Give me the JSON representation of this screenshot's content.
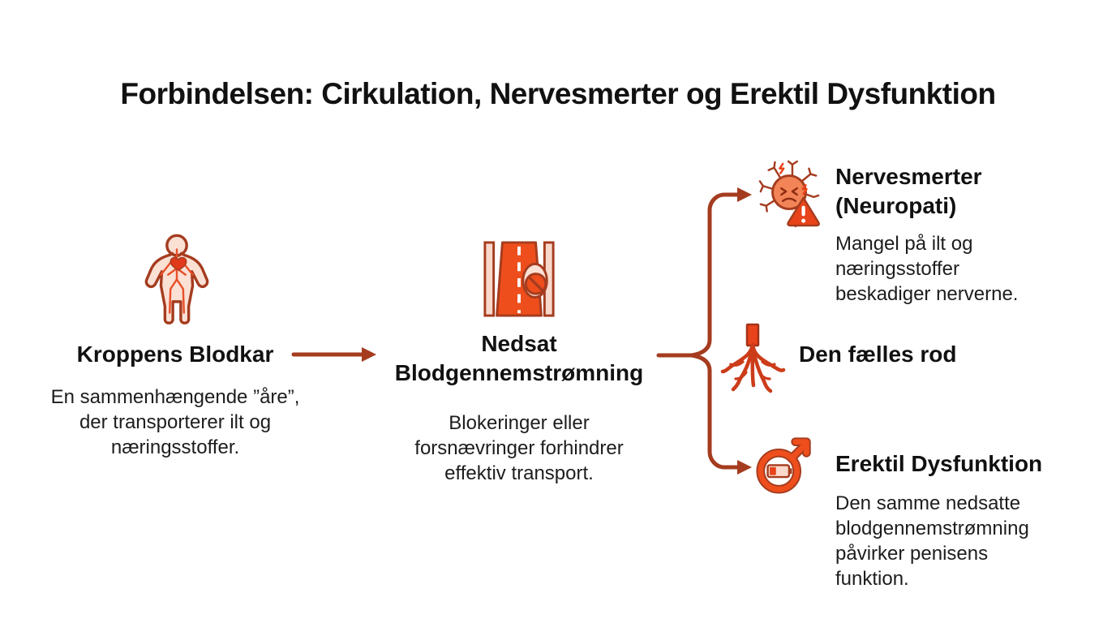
{
  "title": "Forbindelsen: Cirkulation, Nervesmerter og Erektil Dysfunktion",
  "colors": {
    "outline_dark_red": "#A53C1F",
    "orange": "#EE4E1C",
    "light_pink": "#FBE0D4",
    "accent_red": "#E8431A",
    "neuron_body": "#F28457",
    "text": "#161616",
    "background": "#FFFFFF"
  },
  "nodes": {
    "vessels": {
      "heading": "Kroppens Blodkar",
      "body": "En sammenhængende ”åre”, der transporterer ilt og næringsstoffer.",
      "icon": "body-circulation-icon"
    },
    "reducedFlow": {
      "heading": "Nedsat Blodgennemstrømning",
      "body": "Blokeringer eller forsnævringer forhindrer effektiv transport.",
      "icon": "blocked-artery-icon"
    },
    "nervePain": {
      "heading": "Nervesmerter (Neuropati)",
      "body": "Mangel på ilt og næringsstoffer beskadiger nerverne.",
      "icon": "neuron-pain-icon"
    },
    "commonRoot": {
      "heading": "Den fælles rod",
      "icon": "roots-icon"
    },
    "erectileDysfunction": {
      "heading": "Erektil Dysfunktion",
      "body": "Den samme nedsatte blodgennemstrømning påvirker penisens funktion.",
      "icon": "male-low-battery-icon"
    }
  }
}
